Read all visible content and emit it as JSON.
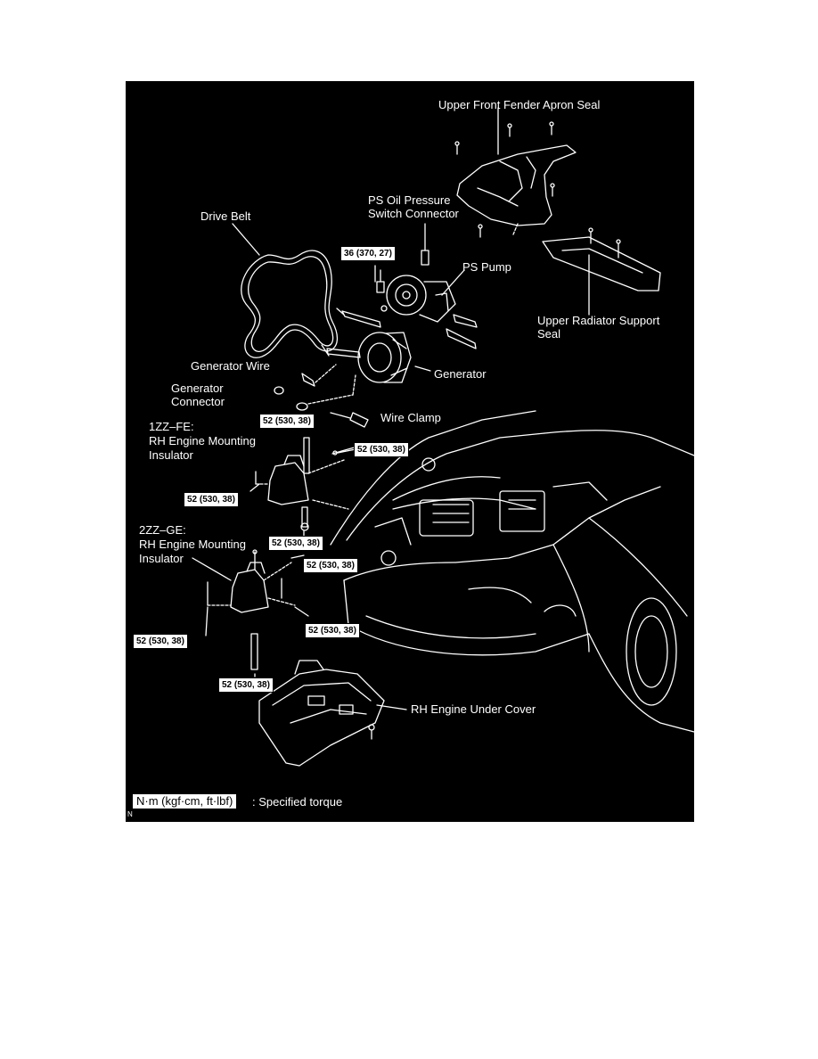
{
  "labels": {
    "upper_front_fender_apron_seal": "Upper Front Fender Apron Seal",
    "ps_oil_pressure_l1": "PS Oil Pressure",
    "ps_oil_pressure_l2": "Switch Connector",
    "drive_belt": "Drive Belt",
    "ps_pump": "PS Pump",
    "upper_radiator_l1": "Upper Radiator Support",
    "upper_radiator_l2": "Seal",
    "generator_wire": "Generator Wire",
    "generator": "Generator",
    "generator_connector_l1": "Generator",
    "generator_connector_l2": "Connector",
    "wire_clamp": "Wire Clamp",
    "zz1_l1": "1ZZ–FE:",
    "zz1_l2": "RH Engine Mounting",
    "zz1_l3": "Insulator",
    "zz2_l1": "2ZZ–GE:",
    "zz2_l2": "RH Engine Mounting",
    "zz2_l3": "Insulator",
    "rh_engine_under_cover": "RH Engine Under Cover"
  },
  "torques": {
    "ps_pump": "36 (370, 27)",
    "t1": "52 (530, 38)",
    "t2": "52 (530, 38)",
    "t3": "52 (530, 38)",
    "t4": "52 (530, 38)",
    "t5": "52 (530, 38)",
    "t6": "52 (530, 38)",
    "t7": "52 (530, 38)",
    "t8": "52 (530, 38)"
  },
  "legend": {
    "unit": "N·m (kgf·cm, ft·lbf)",
    "text": ": Specified torque",
    "code": "N"
  },
  "colors": {
    "background": "#000000",
    "linework": "#ffffff",
    "page": "#ffffff"
  }
}
